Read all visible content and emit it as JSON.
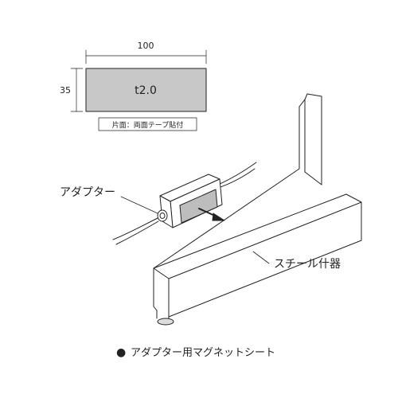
{
  "plate": {
    "width_label": "100",
    "height_label": "35",
    "thickness_label": "t2.0",
    "note": "片面：両面テープ貼付"
  },
  "labels": {
    "adapter": "アダプター",
    "furniture": "スチール什器"
  },
  "caption": {
    "bullet": "●",
    "text": "アダプター用マグネットシート"
  },
  "colors": {
    "plate_fill": "#c8c8c8",
    "magnet_fill": "#bdbdbd",
    "line": "#222222"
  }
}
